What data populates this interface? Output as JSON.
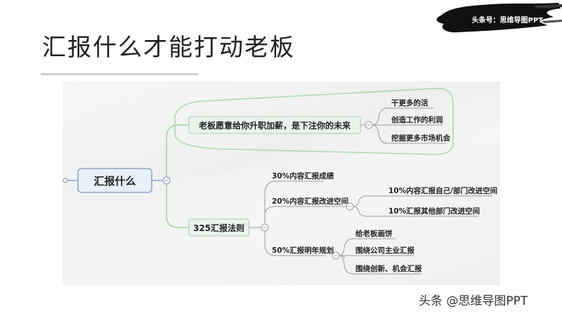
{
  "slide": {
    "title": "汇报什么才能打动老板",
    "brand_badge": "头条号：思维导图PPT",
    "watermark": "头条 @思维导图PPT"
  },
  "mindmap": {
    "root": {
      "label": "汇报什么"
    },
    "branches": [
      {
        "label": "老板愿意给你升职加薪，是下注你的未来",
        "children": [
          {
            "label": "干更多的活"
          },
          {
            "label": "创造工作的利润"
          },
          {
            "label": "挖掘更多市场机会"
          }
        ]
      },
      {
        "label": "325汇报法则",
        "children": [
          {
            "label": "30%内容汇报成绩"
          },
          {
            "label": "20%内容汇报改进空间",
            "children": [
              {
                "label": "10%内容汇报自己/部门改进空间"
              },
              {
                "label": "10%汇报其他部门改进空间"
              }
            ]
          },
          {
            "label": "50%汇报明年规划",
            "children": [
              {
                "label": "给老板画饼"
              },
              {
                "label": "围绕公司主业汇报"
              },
              {
                "label": "围绕创新、机会汇报"
              }
            ]
          }
        ]
      }
    ],
    "colors": {
      "root_fill": "#e8f0fa",
      "root_border": "#7a95b8",
      "branch_fill": "#e9f3ec",
      "branch_border": "#a9cdb0",
      "connector": "#8ccf8f",
      "leaf_line": "#9a9a9a",
      "boundary": "#9fd3a2"
    }
  }
}
